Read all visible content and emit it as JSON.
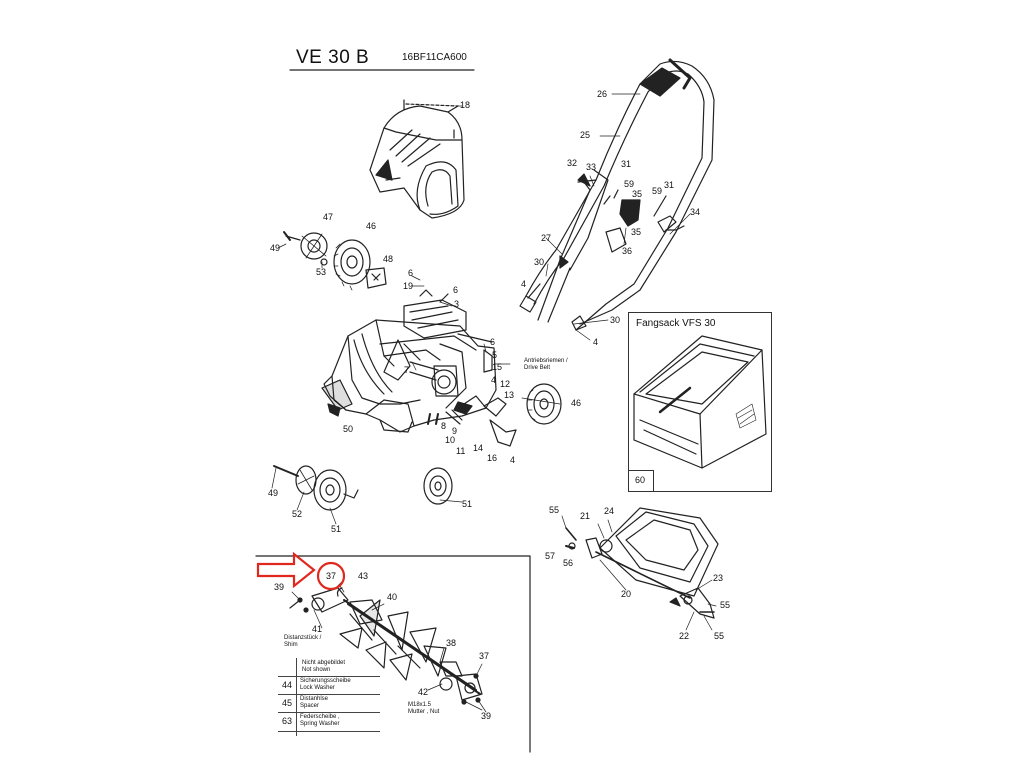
{
  "header": {
    "model": "VE 30 B",
    "code": "16BF11CA600"
  },
  "parts_labels": [
    {
      "id": "p18",
      "text": "18"
    },
    {
      "id": "p26",
      "text": "26"
    },
    {
      "id": "p25",
      "text": "25"
    },
    {
      "id": "p32",
      "text": "32"
    },
    {
      "id": "p33",
      "text": "33"
    },
    {
      "id": "p31a",
      "text": "31"
    },
    {
      "id": "p59a",
      "text": "59"
    },
    {
      "id": "p35a",
      "text": "35"
    },
    {
      "id": "p59b",
      "text": "59"
    },
    {
      "id": "p31b",
      "text": "31"
    },
    {
      "id": "p34",
      "text": "34"
    },
    {
      "id": "p35b",
      "text": "35"
    },
    {
      "id": "p36",
      "text": "36"
    },
    {
      "id": "p27",
      "text": "27"
    },
    {
      "id": "p30a",
      "text": "30"
    },
    {
      "id": "p4a",
      "text": "4"
    },
    {
      "id": "p30b",
      "text": "30"
    },
    {
      "id": "p4b",
      "text": "4"
    },
    {
      "id": "p47",
      "text": "47"
    },
    {
      "id": "p46a",
      "text": "46"
    },
    {
      "id": "p49a",
      "text": "49"
    },
    {
      "id": "p53",
      "text": "53"
    },
    {
      "id": "p48",
      "text": "48"
    },
    {
      "id": "p6a",
      "text": "6"
    },
    {
      "id": "p19",
      "text": "19"
    },
    {
      "id": "p6b",
      "text": "6"
    },
    {
      "id": "p3",
      "text": "3"
    },
    {
      "id": "p6c",
      "text": "6"
    },
    {
      "id": "p5",
      "text": "5"
    },
    {
      "id": "p7",
      "text": "7"
    },
    {
      "id": "p15",
      "text": "15"
    },
    {
      "id": "p4c",
      "text": "4"
    },
    {
      "id": "p12",
      "text": "12"
    },
    {
      "id": "p13",
      "text": "13"
    },
    {
      "id": "p46b",
      "text": "46"
    },
    {
      "id": "p50",
      "text": "50"
    },
    {
      "id": "p8",
      "text": "8"
    },
    {
      "id": "p9",
      "text": "9"
    },
    {
      "id": "p10",
      "text": "10"
    },
    {
      "id": "p11",
      "text": "11"
    },
    {
      "id": "p14",
      "text": "14"
    },
    {
      "id": "p16",
      "text": "16"
    },
    {
      "id": "p4d",
      "text": "4"
    },
    {
      "id": "p49b",
      "text": "49"
    },
    {
      "id": "p52",
      "text": "52"
    },
    {
      "id": "p51a",
      "text": "51"
    },
    {
      "id": "p51b",
      "text": "51"
    },
    {
      "id": "p55a",
      "text": "55"
    },
    {
      "id": "p21",
      "text": "21"
    },
    {
      "id": "p24",
      "text": "24"
    },
    {
      "id": "p57",
      "text": "57"
    },
    {
      "id": "p56",
      "text": "56"
    },
    {
      "id": "p20",
      "text": "20"
    },
    {
      "id": "p23",
      "text": "23"
    },
    {
      "id": "p55b",
      "text": "55"
    },
    {
      "id": "p22",
      "text": "22"
    },
    {
      "id": "p55c",
      "text": "55"
    },
    {
      "id": "p37a",
      "text": "37"
    },
    {
      "id": "p43",
      "text": "43"
    },
    {
      "id": "p39a",
      "text": "39"
    },
    {
      "id": "p40",
      "text": "40"
    },
    {
      "id": "p41",
      "text": "41"
    },
    {
      "id": "p38",
      "text": "38"
    },
    {
      "id": "p37b",
      "text": "37"
    },
    {
      "id": "p42",
      "text": "42"
    },
    {
      "id": "p39b",
      "text": "39"
    },
    {
      "id": "p60",
      "text": "60"
    }
  ],
  "notes": {
    "drive_belt": "Antriebsriemen /\nDrive Belt",
    "shim": "Distanzstück /\nShim",
    "nut": "M18x1.5\nMutter , Nut"
  },
  "catcher": {
    "title": "Fangsack  VFS 30"
  },
  "legend": {
    "header": "Nicht abgebildet\nNot shown",
    "rows": [
      {
        "num": "44",
        "text": "Sicherungsscheibe\nLock Washer"
      },
      {
        "num": "45",
        "text": "Distanhlse\nSpacer"
      },
      {
        "num": "63",
        "text": "Federscheibe ,\nSpring Washer"
      }
    ]
  },
  "colors": {
    "highlight": "#e0281e",
    "line": "#222222"
  }
}
